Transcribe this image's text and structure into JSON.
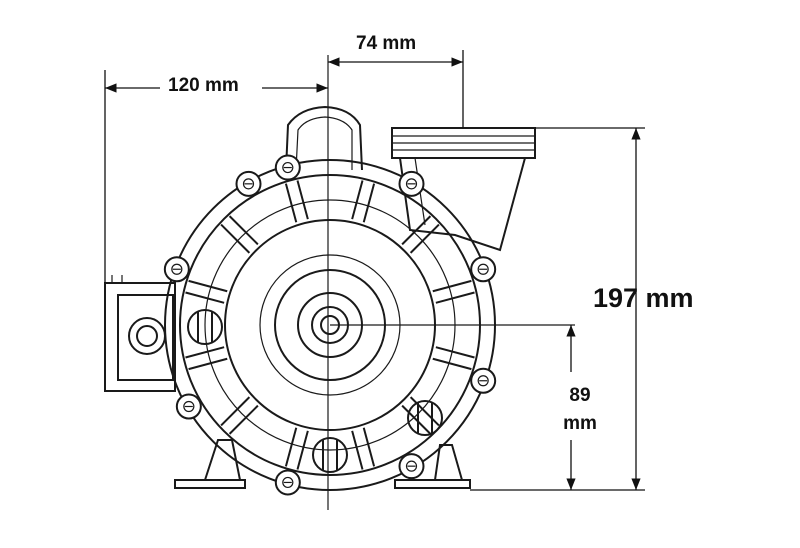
{
  "dimensions": {
    "top_offset": "74 mm",
    "left_offset": "120 mm",
    "height": "197 mm",
    "axis_height_line1": "89",
    "axis_height_line2": "mm"
  },
  "colors": {
    "line": "#1a1a1a",
    "background": "#ffffff"
  }
}
